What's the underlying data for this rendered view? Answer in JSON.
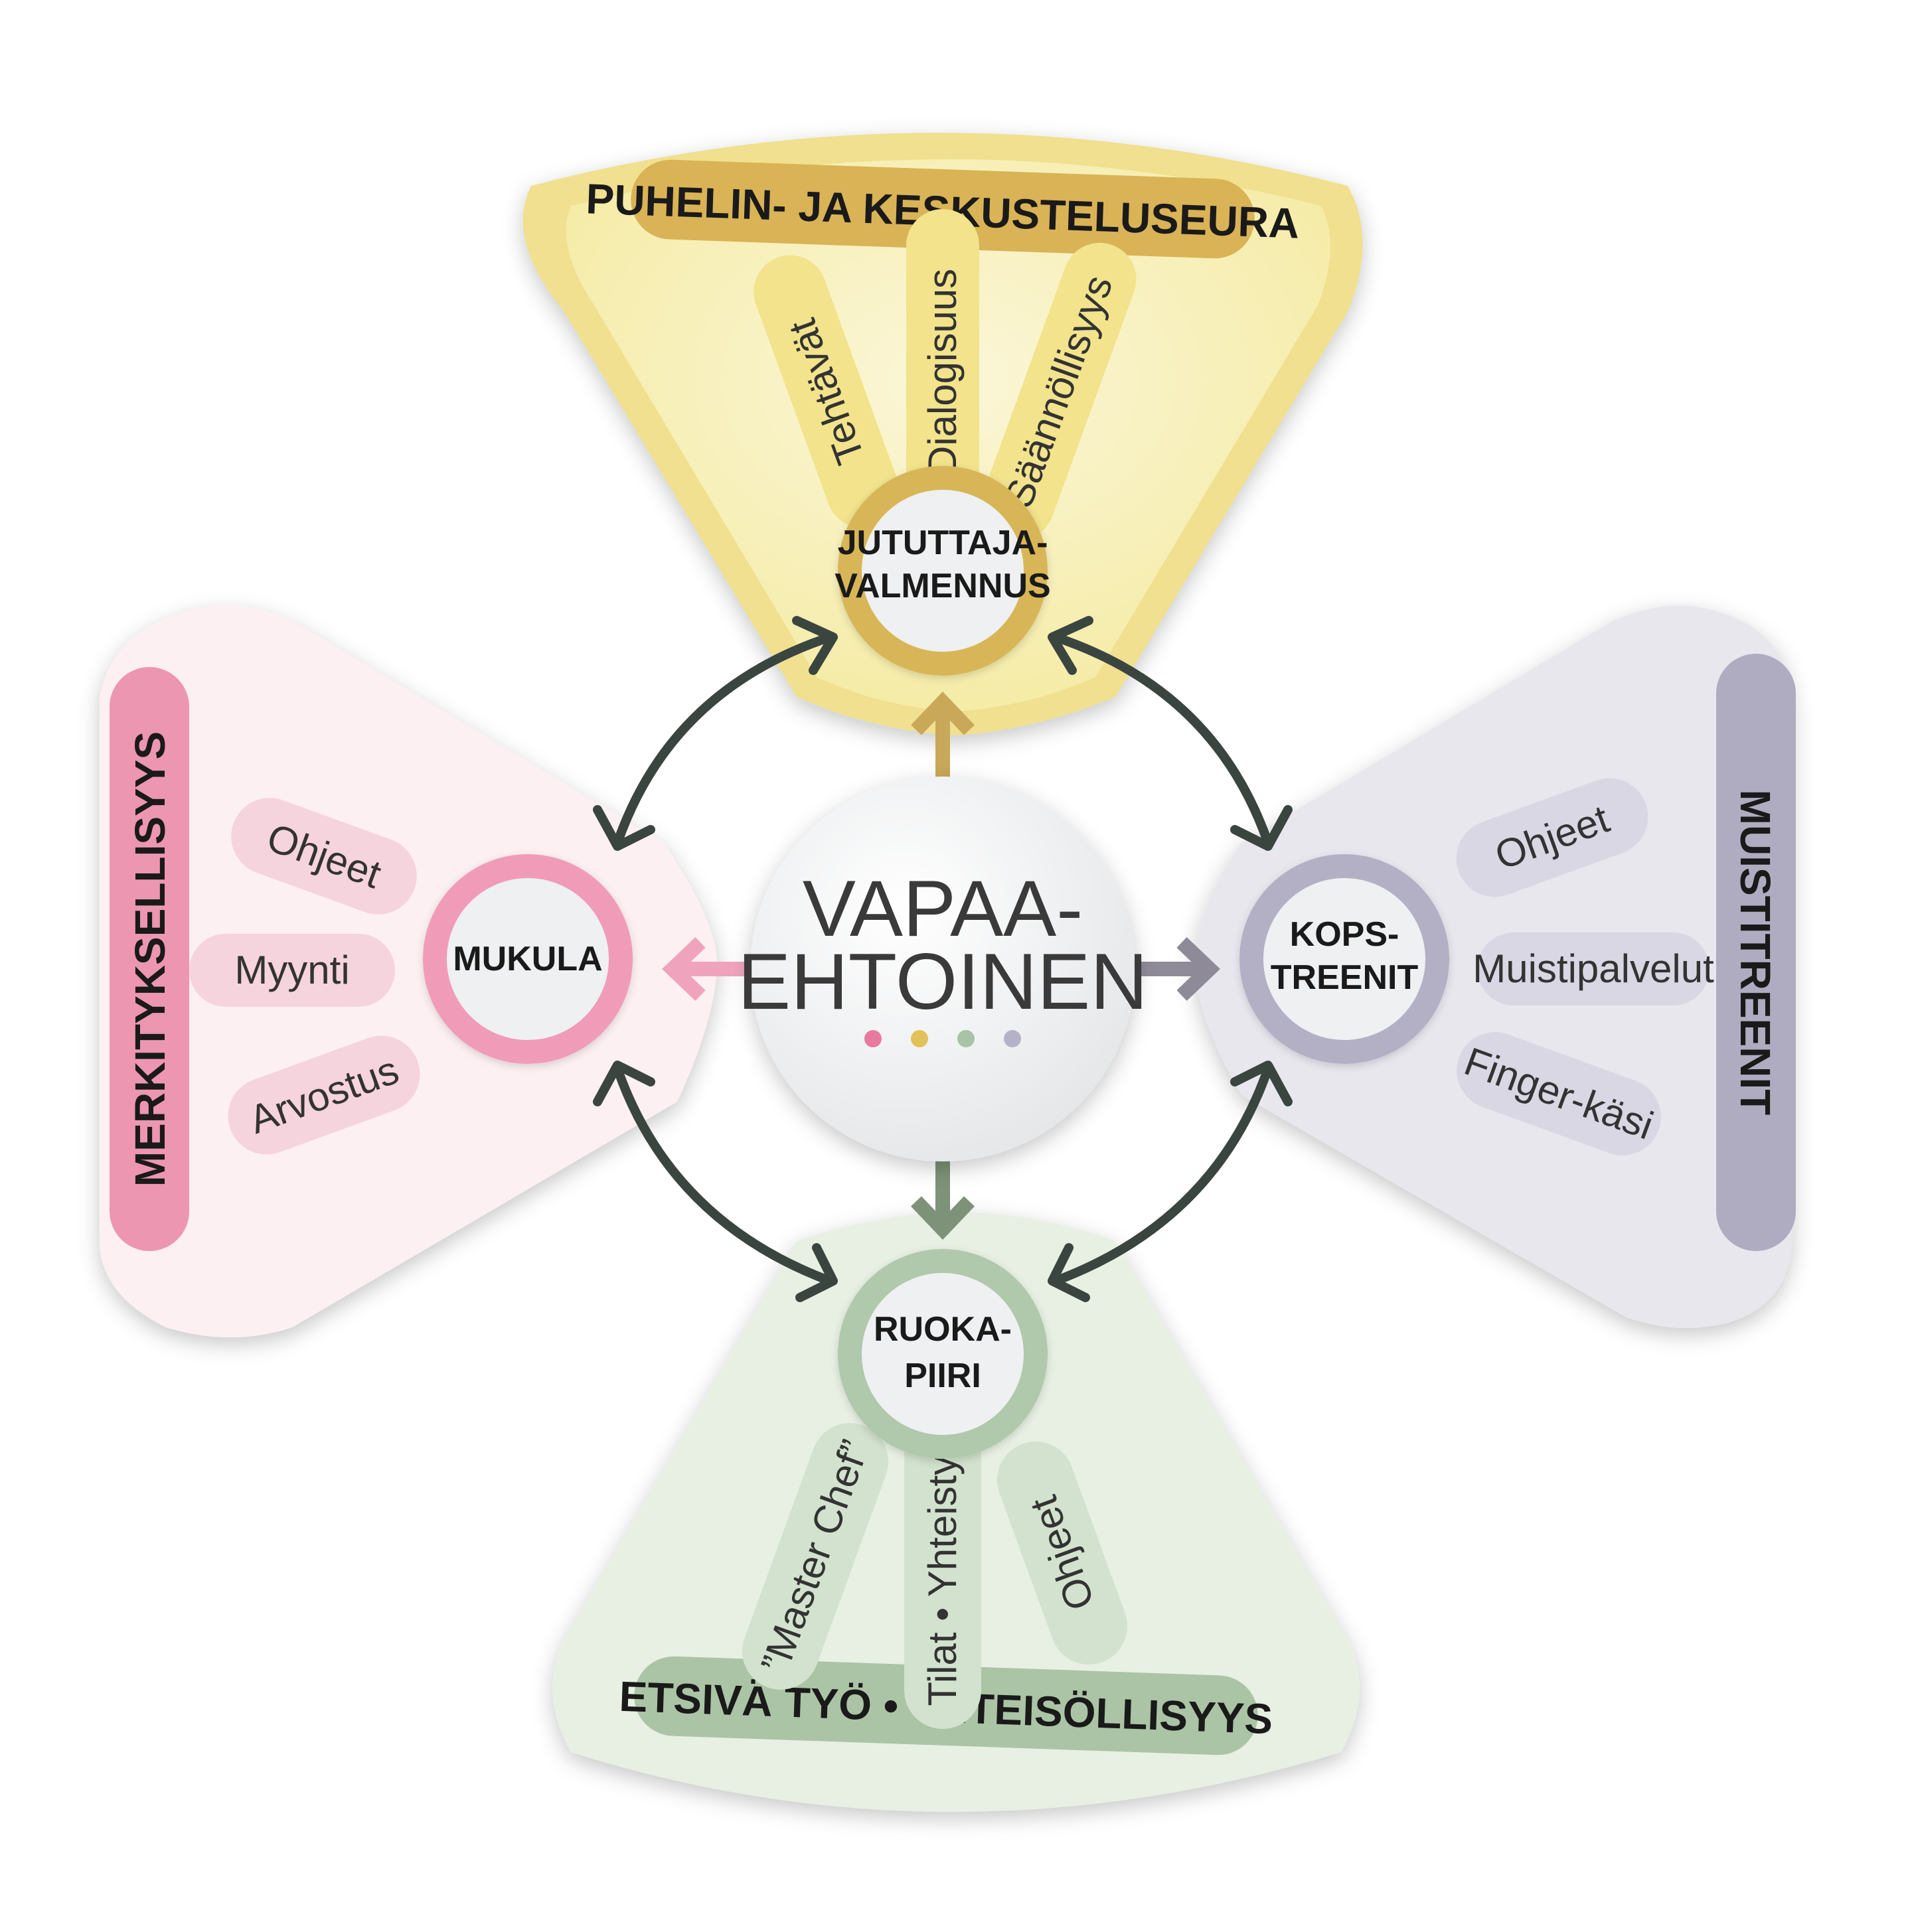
{
  "center": {
    "line1": "VAPAA-",
    "line2": "EHTOINEN",
    "dot_colors": [
      "#e8799f",
      "#e2c15a",
      "#a9c3a6",
      "#b5b2c8"
    ]
  },
  "top": {
    "title": "PUHELIN- JA KESKUSTELUSEURA",
    "node_line1": "JUTUTTAJA-",
    "node_line2": "VALMENNUS",
    "pills": [
      "Tehtävät",
      "Dialogisuus",
      "Säännöllisyys"
    ],
    "colors": {
      "panel": "#f8f0c0",
      "panel_edge": "#efe08a",
      "banner": "#d8b250",
      "pill": "#f3e58f",
      "ring": "#d8b657"
    }
  },
  "left": {
    "title": "MERKITYKSELLISYYS",
    "node_label": "MUKULA",
    "pills": [
      "Ohjeet",
      "Myynti",
      "Arvostus"
    ],
    "colors": {
      "panel": "#fdf1f3",
      "banner": "#ed98b3",
      "pill": "#f7d5de",
      "ring": "#f09cb9"
    }
  },
  "right": {
    "title": "MUISTITREENIT",
    "node_line1": "KOPS-",
    "node_line2": "TREENIT",
    "pills": [
      "Ohjeet",
      "Muistipalvelut",
      "Finger-käsi"
    ],
    "colors": {
      "panel": "#e9e8ef",
      "banner": "#b0adc2",
      "pill": "#d9d7e4",
      "ring": "#b3b0c6"
    }
  },
  "bottom": {
    "title": "ETSIVÄ TYÖ • YHTEISÖLLISYYS",
    "node_line1": "RUOKA-",
    "node_line2": "PIIRI",
    "pills": [
      "”Master Chef”",
      "Tilat • Yhteistyö",
      "Ohjeet"
    ],
    "colors": {
      "panel": "#e8f1e4",
      "banner": "#adc5a8",
      "pill": "#d3e3cf",
      "ring": "#b0c8ab"
    }
  },
  "colors": {
    "connector": "#3c463f",
    "center_fill": "#eef0f1"
  }
}
